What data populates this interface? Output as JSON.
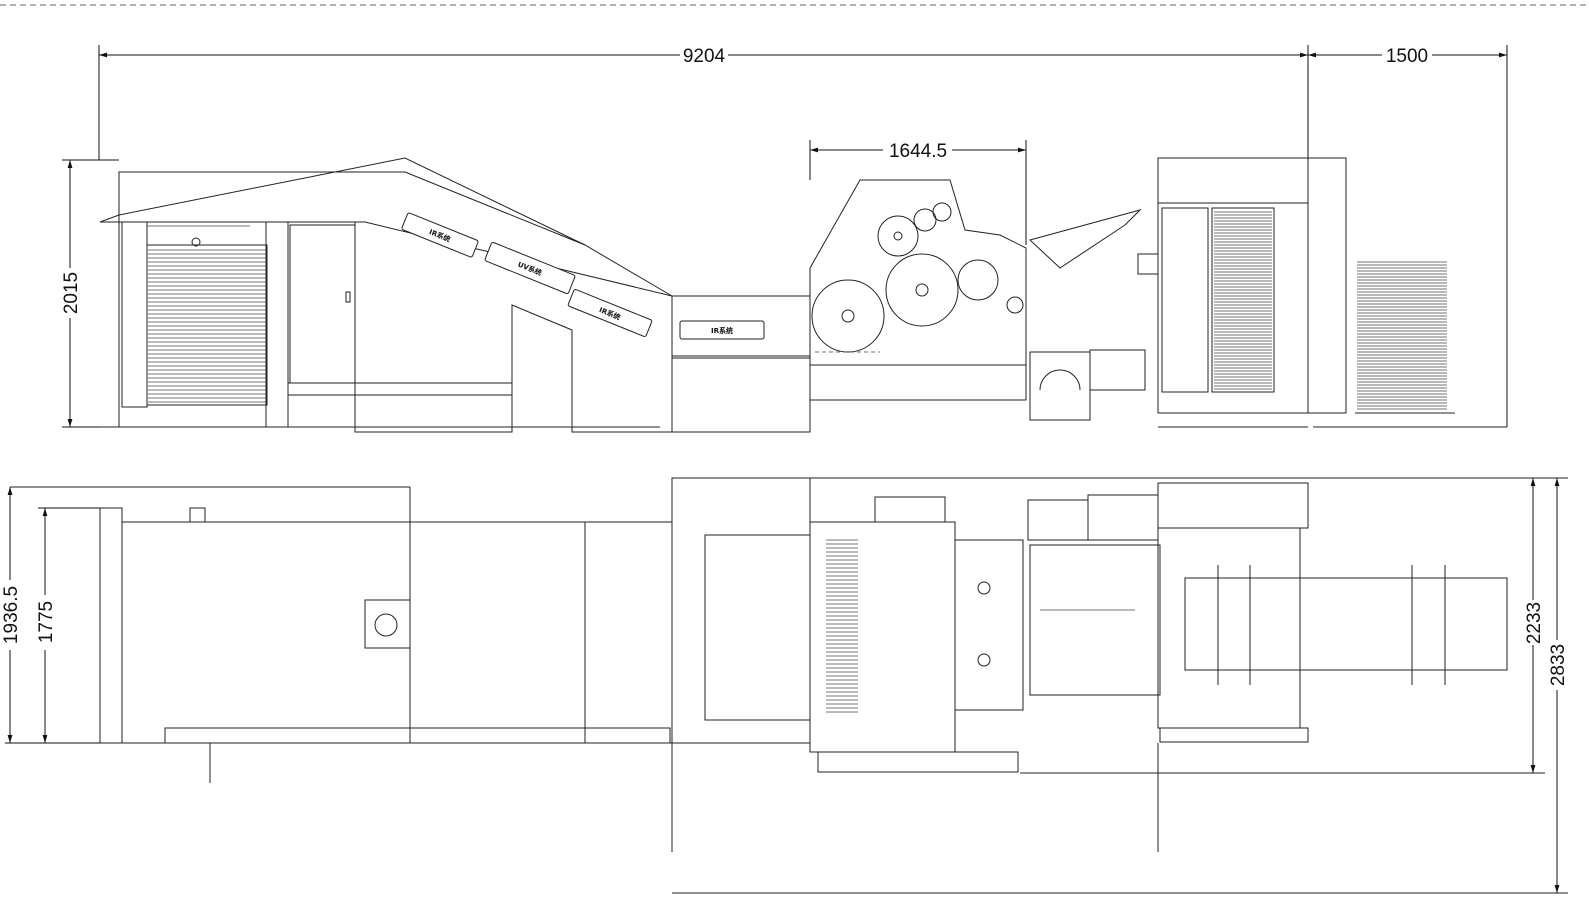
{
  "dimensions": {
    "overall_length": "9204",
    "stacker_length": "1500",
    "coater_width": "1644.5",
    "height": "2015",
    "width_feeder_outer": "1936.5",
    "width_feeder_inner": "1775",
    "width_main": "2233",
    "width_overall": "2833"
  },
  "panels": {
    "ir_1": "IR系统",
    "uv": "UV系统",
    "ir_2": "IR系统",
    "ir_3": "IR系统"
  }
}
